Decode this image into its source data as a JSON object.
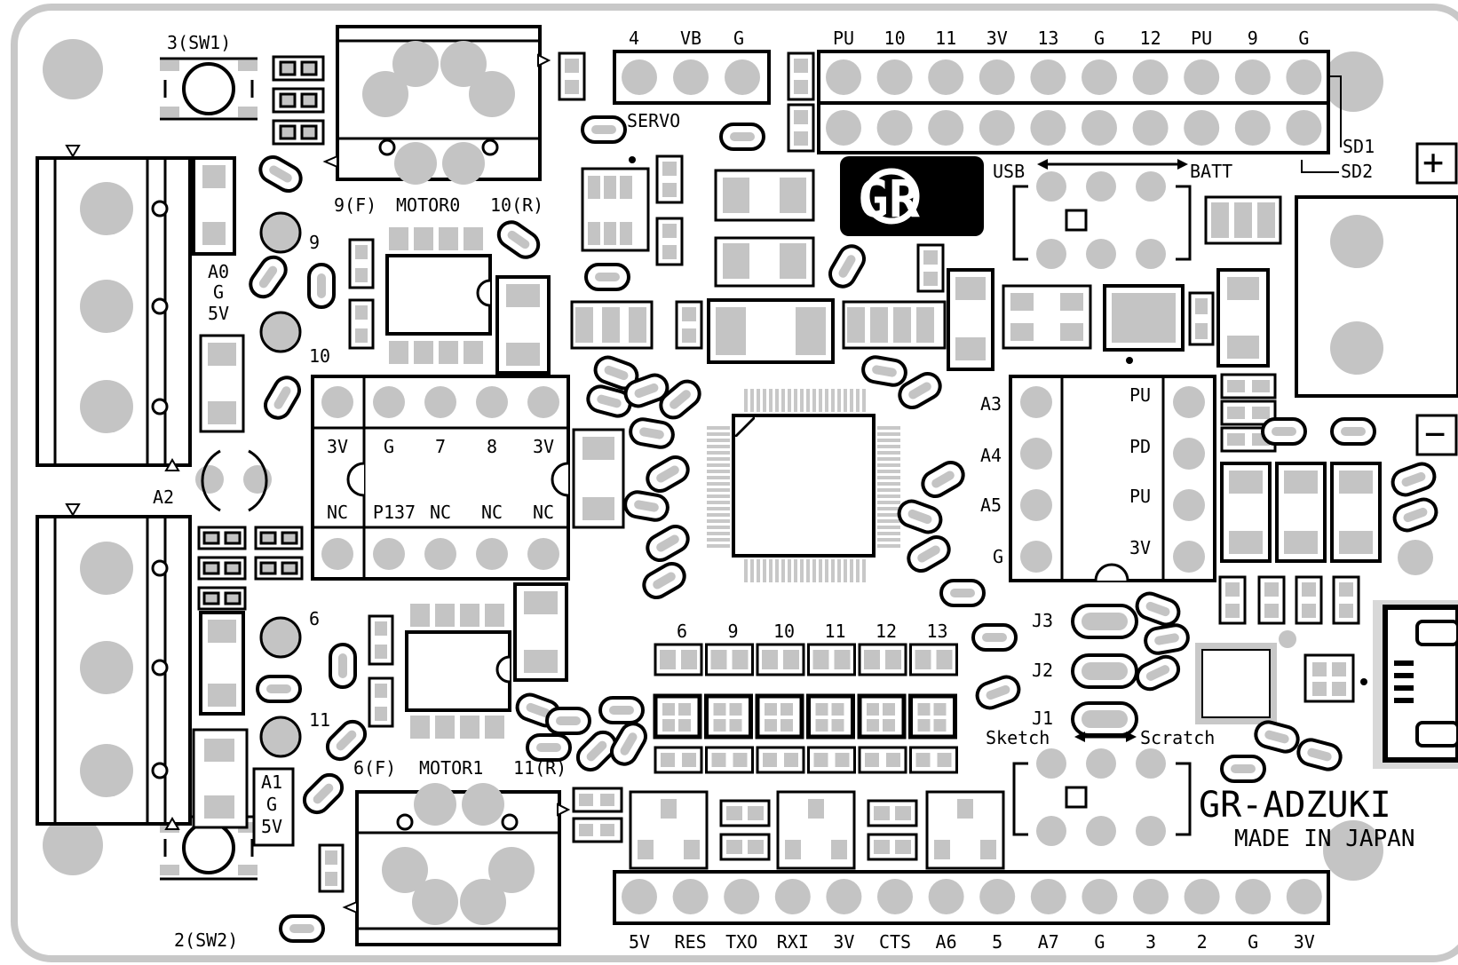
{
  "board": {
    "name": "GR-ADZUKI",
    "origin": "MADE IN JAPAN",
    "logo": "GR"
  },
  "switches": {
    "sw1": "3(SW1)",
    "sw2": "2(SW2)"
  },
  "motors": {
    "motor0": {
      "label": "MOTOR0",
      "forward": "9(F)",
      "reverse": "10(R)"
    },
    "motor1": {
      "label": "MOTOR1",
      "forward": "6(F)",
      "reverse": "11(R)"
    }
  },
  "servo": {
    "label": "SERVO",
    "pins": [
      "4",
      "VB",
      "G"
    ]
  },
  "top_header": {
    "pins": [
      "PU",
      "10",
      "11",
      "3V",
      "13",
      "G",
      "12",
      "PU",
      "9",
      "G"
    ],
    "sd1": "SD1",
    "sd2": "SD2"
  },
  "power_select": {
    "usb": "USB",
    "batt": "BATT"
  },
  "polarity": {
    "plus": "+",
    "minus": "−"
  },
  "left_connectors": {
    "upper": [
      "A0",
      "G",
      "5V"
    ],
    "upper_num": "A2",
    "lower": [
      "A1",
      "G",
      "5V"
    ]
  },
  "led_labels": {
    "led9": "9",
    "led10": "10",
    "led6": "6",
    "led11": "11"
  },
  "sensor_socket": {
    "top_row": [
      "3V",
      "G",
      "7",
      "8",
      "3V"
    ],
    "bottom_row": [
      "NC",
      "P137",
      "NC",
      "NC",
      "NC"
    ]
  },
  "analog_socket": {
    "left": [
      "A3",
      "A4",
      "A5",
      "G"
    ],
    "right": [
      "PU",
      "PD",
      "PU",
      "3V"
    ]
  },
  "middle_header": [
    "6",
    "9",
    "10",
    "11",
    "12",
    "13"
  ],
  "jumpers": [
    "J3",
    "J2",
    "J1"
  ],
  "mode_select": {
    "sketch": "Sketch",
    "scratch": "Scratch"
  },
  "bottom_header": [
    "5V",
    "RES",
    "TXO",
    "RXI",
    "3V",
    "CTS",
    "A6",
    "5",
    "A7",
    "G",
    "3",
    "2",
    "G",
    "3V"
  ]
}
